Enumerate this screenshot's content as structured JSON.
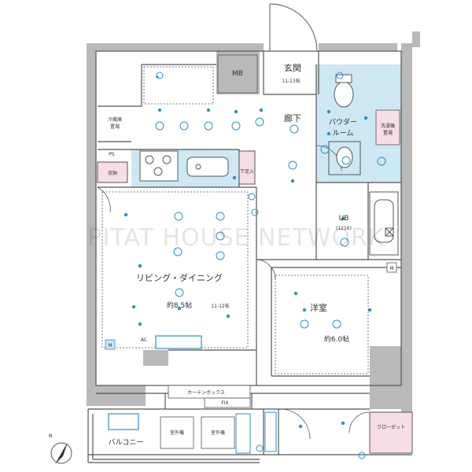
{
  "watermark": "PITAT HOUSE NETWORK",
  "rooms": {
    "entrance": "玄関",
    "entrance_dim": "11-13帖",
    "hallway": "廊下",
    "powder_room_line1": "パウダー",
    "powder_room_line2": "ルーム",
    "bath": "UB",
    "bath_size": "(1216)",
    "ldk": "リビング・ダイニング",
    "ldk_size": "約8.5帖",
    "ldk_dim": "11-12帖",
    "bedroom": "洋室",
    "bedroom_size": "約6.0帖",
    "balcony": "バルコニー",
    "closet": "クローゼット"
  },
  "labels": {
    "mb": "MB",
    "ps": "PS",
    "storage": "収納",
    "shoe_box": "下足入",
    "fridge_line1": "冷蔵庫",
    "fridge_line2": "置場",
    "washer_line1": "洗濯機",
    "washer_line2": "置場",
    "curtain_box": "カーテンボックス",
    "fix": "FIX",
    "ac_outdoor_1": "室外機",
    "ac_outdoor_2": "室外機",
    "m1": "M",
    "m2": "M",
    "ac": "AC",
    "compass": "N"
  },
  "colors": {
    "wall": "#b9b9b9",
    "wet_area": "#cde7f3",
    "storage_pink": "#f7dde4",
    "icon_blue": "#2f8fc8",
    "line": "#555555"
  }
}
